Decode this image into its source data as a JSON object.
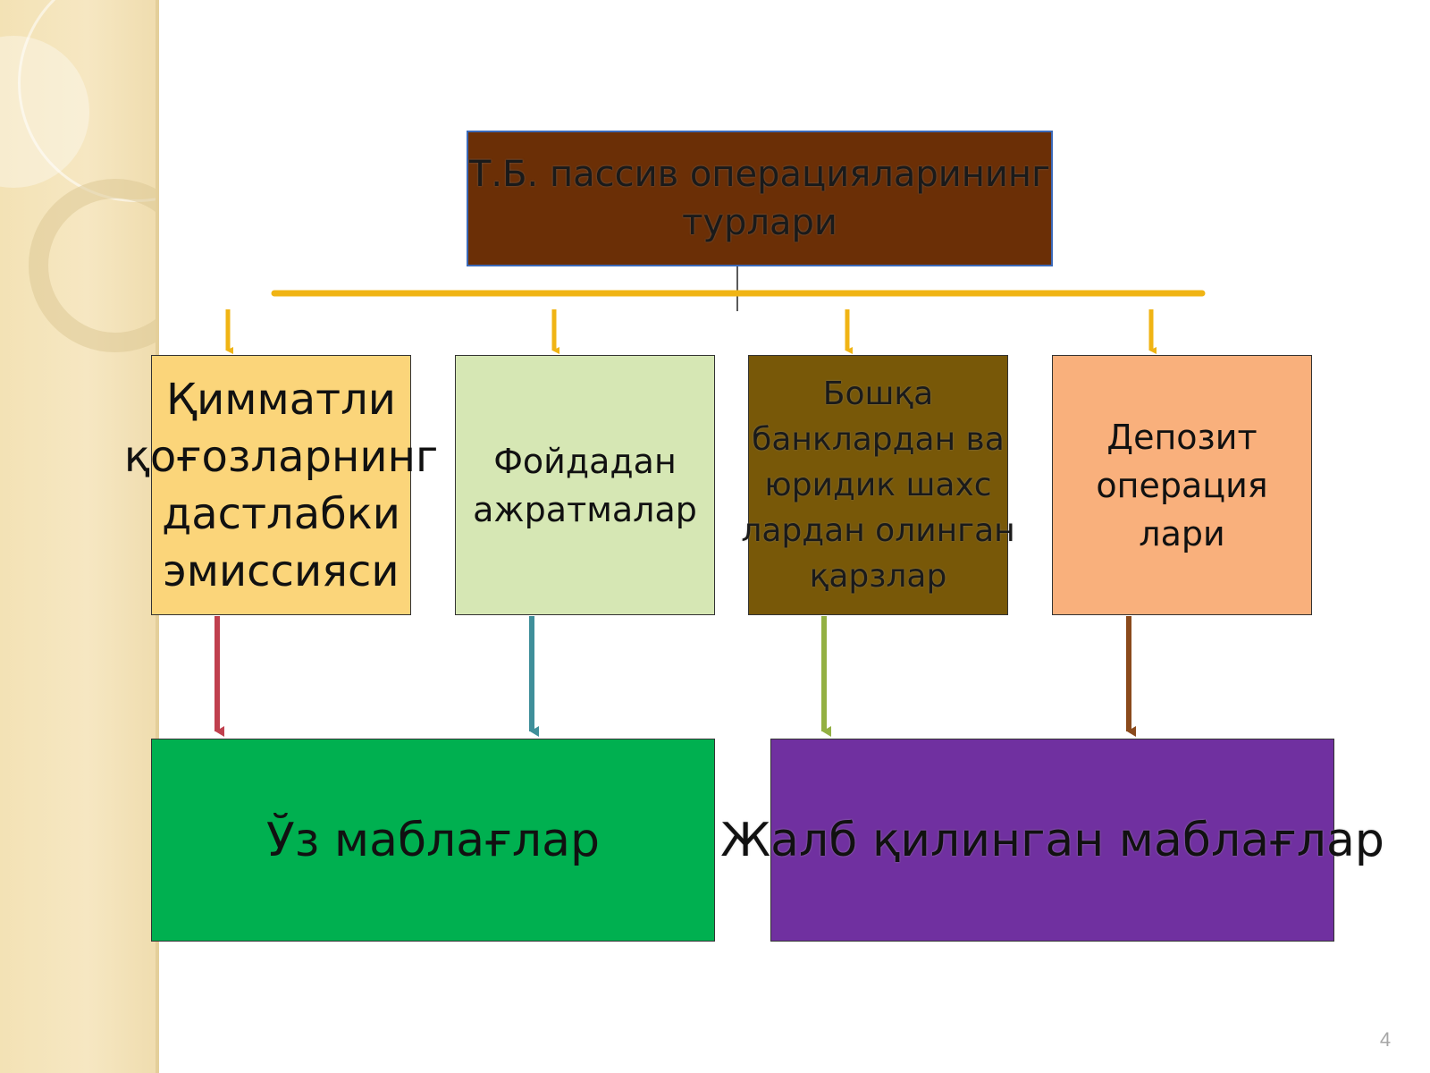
{
  "diagram": {
    "title": [
      "Т.Б. пассив операцияларининг",
      "турлари"
    ],
    "categories": [
      {
        "lines": [
          "Қимматли",
          "қоғозларнинг",
          "дастлабки",
          "эмиссияси"
        ]
      },
      {
        "lines": [
          "Фойдадан",
          "ажратмалар"
        ]
      },
      {
        "lines": [
          "Бошқа",
          "банклардан ва",
          "юридик шахс",
          "лардан олинган",
          "қарзлар"
        ]
      },
      {
        "lines": [
          "Депозит",
          "операция",
          "лари"
        ]
      }
    ],
    "groups": [
      {
        "label": "Ўз маблағлар"
      },
      {
        "label": "Жалб қилинган маблағлар"
      }
    ]
  },
  "colors": {
    "title_fill": "#6b2f06",
    "title_border": "#3b69b8",
    "branch_line": "#f0b414",
    "category_fills": [
      "#fbd57a",
      "#d6e7b4",
      "#785808",
      "#f9b07c"
    ],
    "group_fills": [
      "#00b050",
      "#7030a0"
    ],
    "lower_arrows": [
      "#c0404e",
      "#3f8f9a",
      "#93b043",
      "#8a4a1c"
    ]
  },
  "slide": {
    "page_number": "4"
  }
}
